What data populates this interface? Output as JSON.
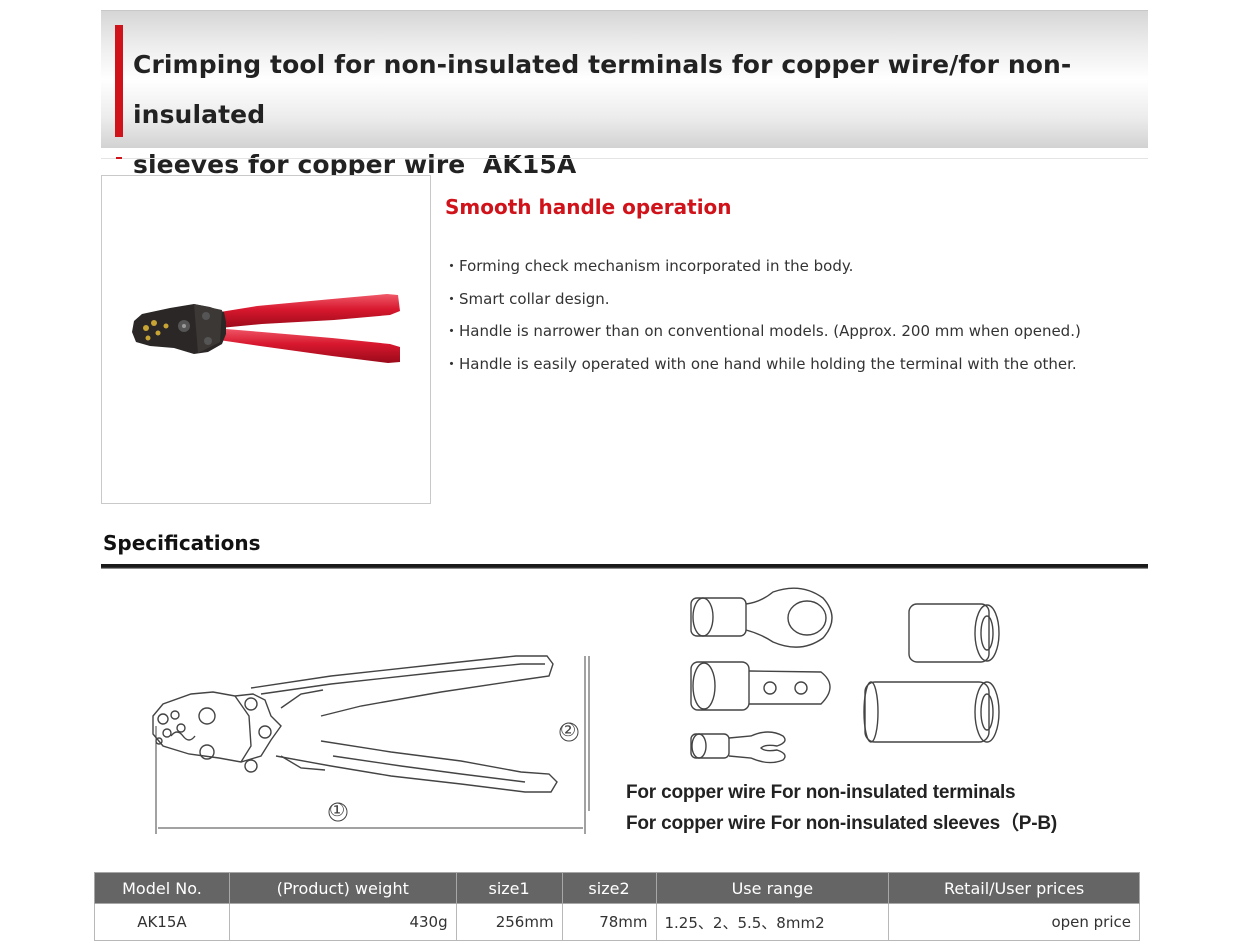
{
  "title": {
    "line1": "Crimping tool for non-insulated terminals for copper wire/for non-insulated",
    "line2": "sleeves for copper wire  AK15A"
  },
  "feature": {
    "heading": "Smooth handle operation",
    "items": [
      "・Forming check mechanism incorporated in the body.",
      "・Smart collar design.",
      "・Handle is narrower than on conventional models. (Approx. 200 mm when opened.)",
      "・Handle is easily operated with one hand while holding the terminal with the other."
    ]
  },
  "specifications": {
    "heading": "Specifications",
    "dimension_labels": [
      "①",
      "②"
    ],
    "captions": [
      "For copper wire For non-insulated terminals",
      "For copper wire For non-insulated sleeves（P-B)"
    ]
  },
  "table": {
    "headers": [
      "Model No.",
      "(Product) weight",
      "size1",
      "size2",
      "Use range",
      "Retail/User prices"
    ],
    "rows": [
      [
        "AK15A",
        "430g",
        "256mm",
        "78mm",
        "1.25、2、5.5、8mm2",
        "open price"
      ]
    ]
  },
  "colors": {
    "accent_red": "#d0131a",
    "handle_red": "#e0243a",
    "header_gray": "#656565"
  },
  "icons": {
    "product_photo": "red-handled-crimping-tool",
    "line_drawing": "crimping-tool-outline",
    "terminals": [
      "ring-terminal",
      "double-hole-terminal",
      "fork-terminal",
      "short-sleeve",
      "long-sleeve"
    ]
  }
}
